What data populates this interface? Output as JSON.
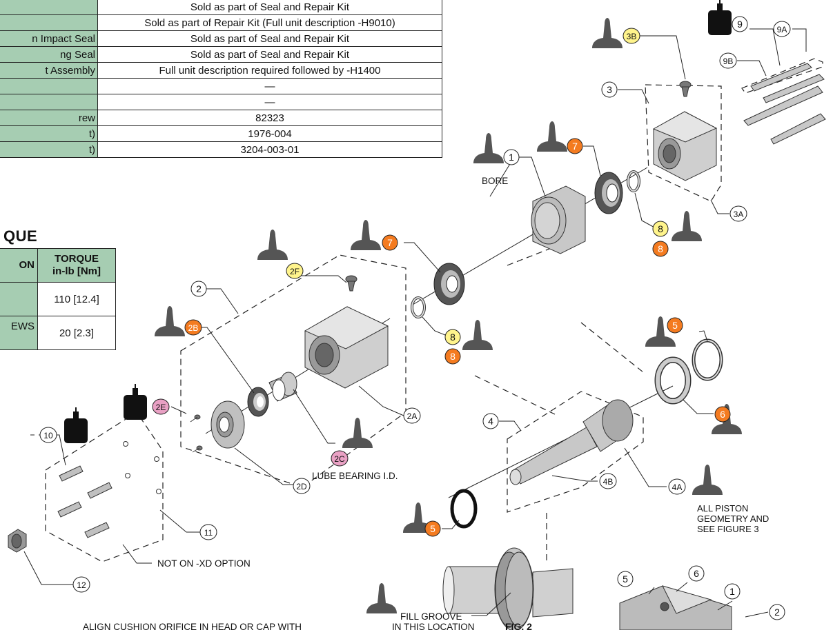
{
  "parts_table": {
    "rows": [
      {
        "part": "",
        "description": "Sold as part of Seal and Repair Kit"
      },
      {
        "part": "",
        "description": "Sold as part of Repair Kit (Full unit description -H9010)"
      },
      {
        "part": "n Impact Seal",
        "description": "Sold as part of Seal and Repair Kit"
      },
      {
        "part": "ng Seal",
        "description": "Sold as part of Seal and Repair Kit"
      },
      {
        "part": "t Assembly",
        "description": "Full unit description required followed by -H1400"
      },
      {
        "part": "",
        "description": "—"
      },
      {
        "part": "",
        "description": "—"
      },
      {
        "part": "rew",
        "description": "82323"
      },
      {
        "part": "t)",
        "description": "1976-004"
      },
      {
        "part": "t)",
        "description": "3204-003-01"
      }
    ]
  },
  "torque": {
    "title": "QUE",
    "col1_header": "ON",
    "col2_header_line1": "TORQUE",
    "col2_header_line2": "in-lb [Nm]",
    "rows": [
      {
        "label": "",
        "value": "110 [12.4]"
      },
      {
        "label": "EWS",
        "value": "20 [2.3]"
      }
    ]
  },
  "callouts": {
    "c1": "1",
    "c2": "2",
    "c2A": "2A",
    "c2B": "2B",
    "c2C": "2C",
    "c2D": "2D",
    "c2E": "2E",
    "c2F": "2F",
    "c3": "3",
    "c3A": "3A",
    "c3B": "3B",
    "c4": "4",
    "c4A": "4A",
    "c4B": "4B",
    "c5a": "5",
    "c5b": "5",
    "c6": "6",
    "c7a": "7",
    "c7b": "7",
    "c8a": "8",
    "c8b": "8",
    "c8c": "8",
    "c8d": "8",
    "c9": "9",
    "c9A": "9A",
    "c9B": "9B",
    "c10": "10",
    "c11": "11",
    "c12": "12",
    "s5": "5",
    "s6": "6",
    "s1": "1",
    "s2": "2"
  },
  "notes": {
    "bore": "BORE",
    "lube": "LUBE BEARING I.D.",
    "not_xd": "NOT ON -XD OPTION",
    "piston_1": "ALL PISTON",
    "piston_2": "GEOMETRY AND",
    "piston_3": "SEE FIGURE 3",
    "fill_1": "FILL GROOVE",
    "fill_2": "IN THIS LOCATION",
    "fig": "FIG. 2",
    "align": "ALIGN CUSHION ORIFICE IN HEAD OR CAP WITH"
  },
  "colors": {
    "table_green": "#a6cdb2",
    "callout_yellow": "#fff48c",
    "callout_orange": "#f47b20",
    "callout_pink": "#e9a1c4",
    "lube_gray": "#555555",
    "part_gray": "#c8c8c8"
  }
}
